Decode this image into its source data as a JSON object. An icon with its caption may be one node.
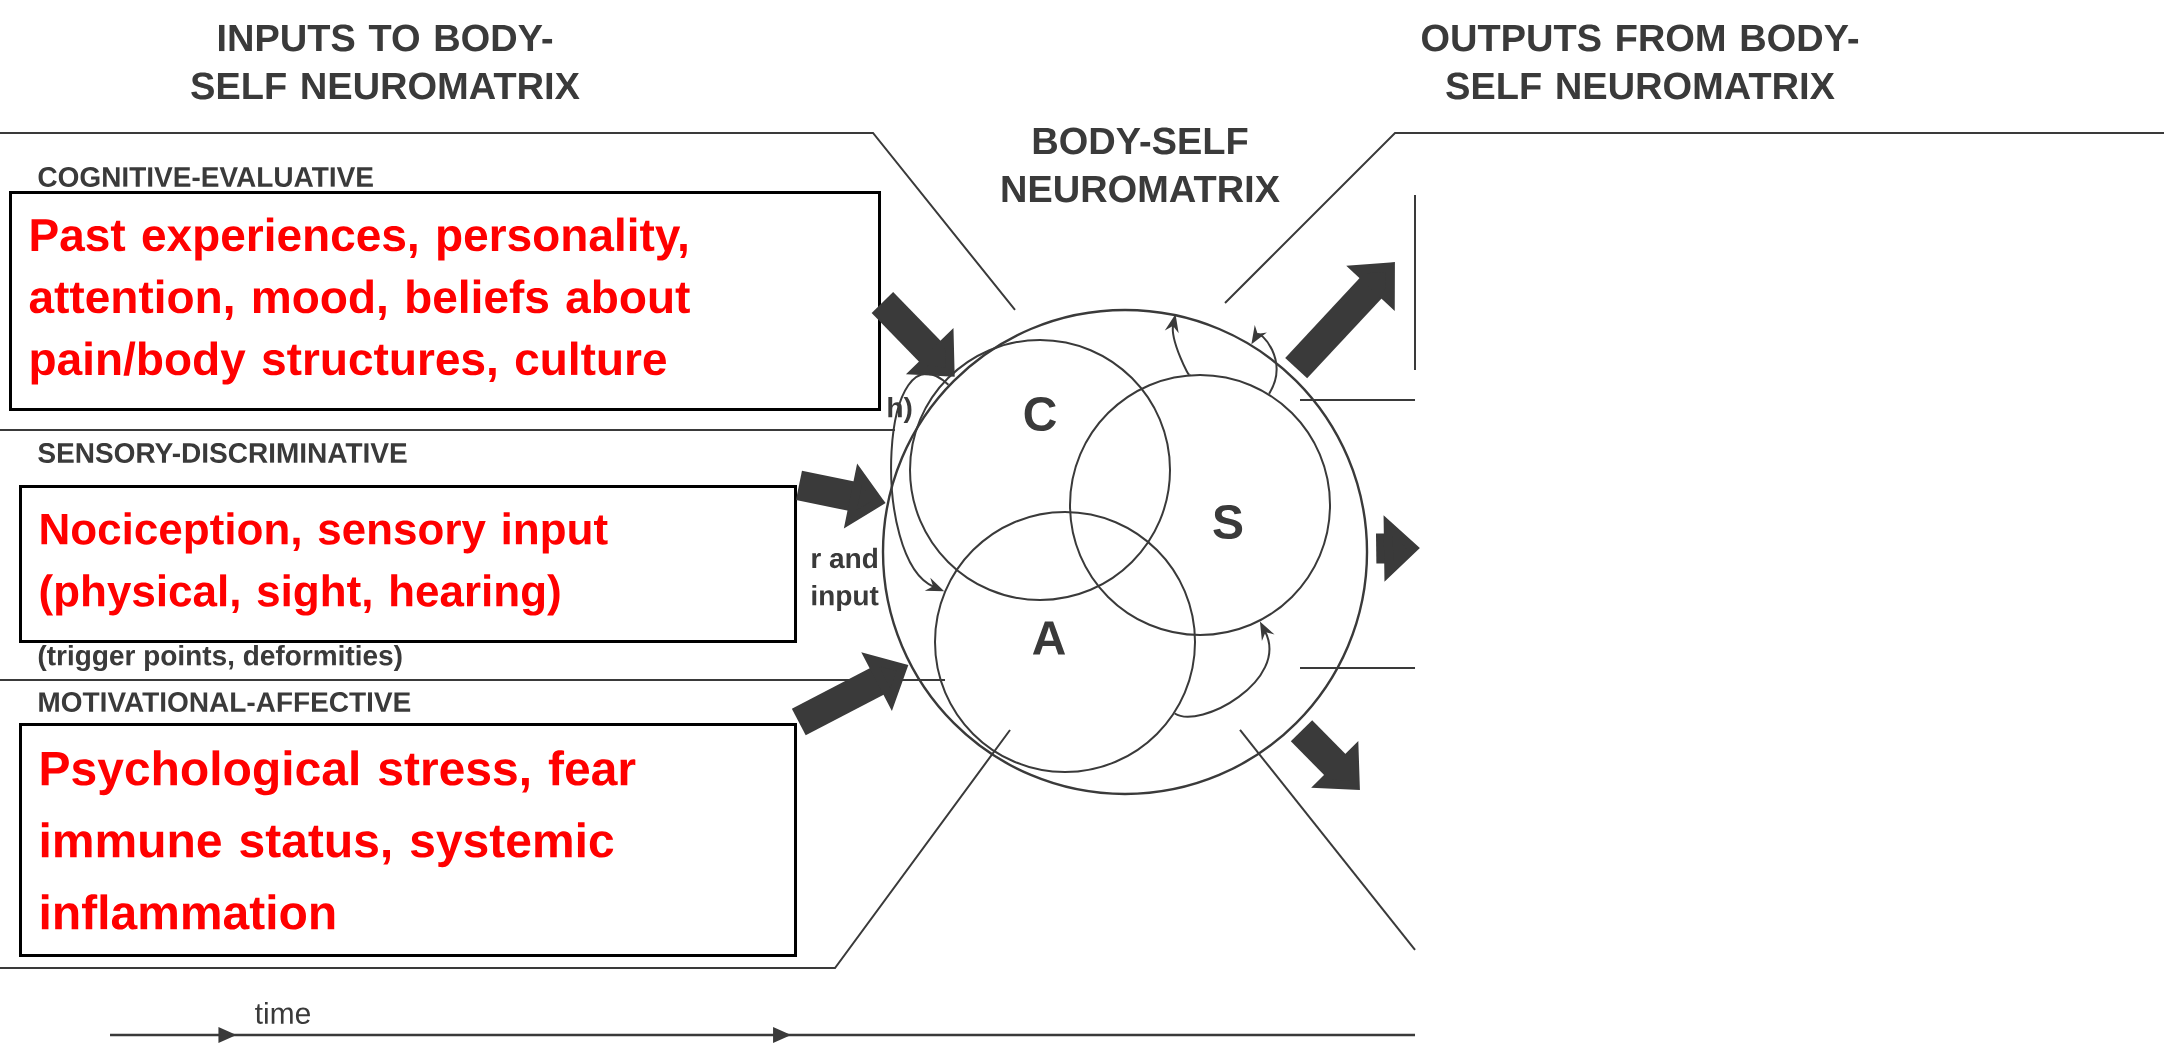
{
  "diagram": {
    "nodes": [
      {
        "text": [
          "Past experiences, personality, attention, mood, beliefs about pain/body structures, culture"
        ],
        "beside": [
          "COGNITIVE-EVALUATIVE"
        ]
      },
      {
        "text": [
          "Nociception, sensory input (physical, sight, hearing)"
        ],
        "beside": [
          "SENSORY-DISCRIMINATIVE"
        ]
      },
      {
        "text": [
          "Psychological stress, fear immune status, systemic inflammation"
        ],
        "beside": [
          "MOTIVATIONAL-AFFECTIVE"
        ]
      },
      {
        "text": [],
        "shape": "circle",
        "beside": [
          "BODY-SELF NEUROMATRIX"
        ]
      },
      {
        "text": [
          "C"
        ],
        "in": 3
      },
      {
        "text": [
          "S"
        ],
        "in": 3
      },
      {
        "text": [
          "A"
        ],
        "in": 3
      }
    ],
    "edges": [
      {
        "from": 0,
        "to": 3,
        "arrow": "to"
      },
      {
        "from": 1,
        "to": 3,
        "arrow": "to"
      },
      {
        "from": 2,
        "to": 3,
        "arrow": "to"
      },
      {
        "from": 3,
        "to": null,
        "arrow": "to"
      },
      {
        "from": 3,
        "to": null,
        "arrow": "to"
      },
      {
        "from": 3,
        "to": null,
        "arrow": "to"
      },
      {
        "from": 5,
        "to": 3,
        "arrow": "to"
      },
      {
        "from": 5,
        "to": 3,
        "arrow": "to"
      },
      {
        "from": 3,
        "to": 6,
        "arrow": "to"
      },
      {
        "from": 6,
        "to": 5,
        "arrow": "to"
      }
    ],
    "labels": [
      "INPUTS TO BODY-SELF NEUROMATRIX",
      "OUTPUTS FROM BODY-SELF NEUROMATRIX",
      "h)",
      "r and",
      "input",
      "(trigger points, deformities)",
      "time"
    ]
  }
}
